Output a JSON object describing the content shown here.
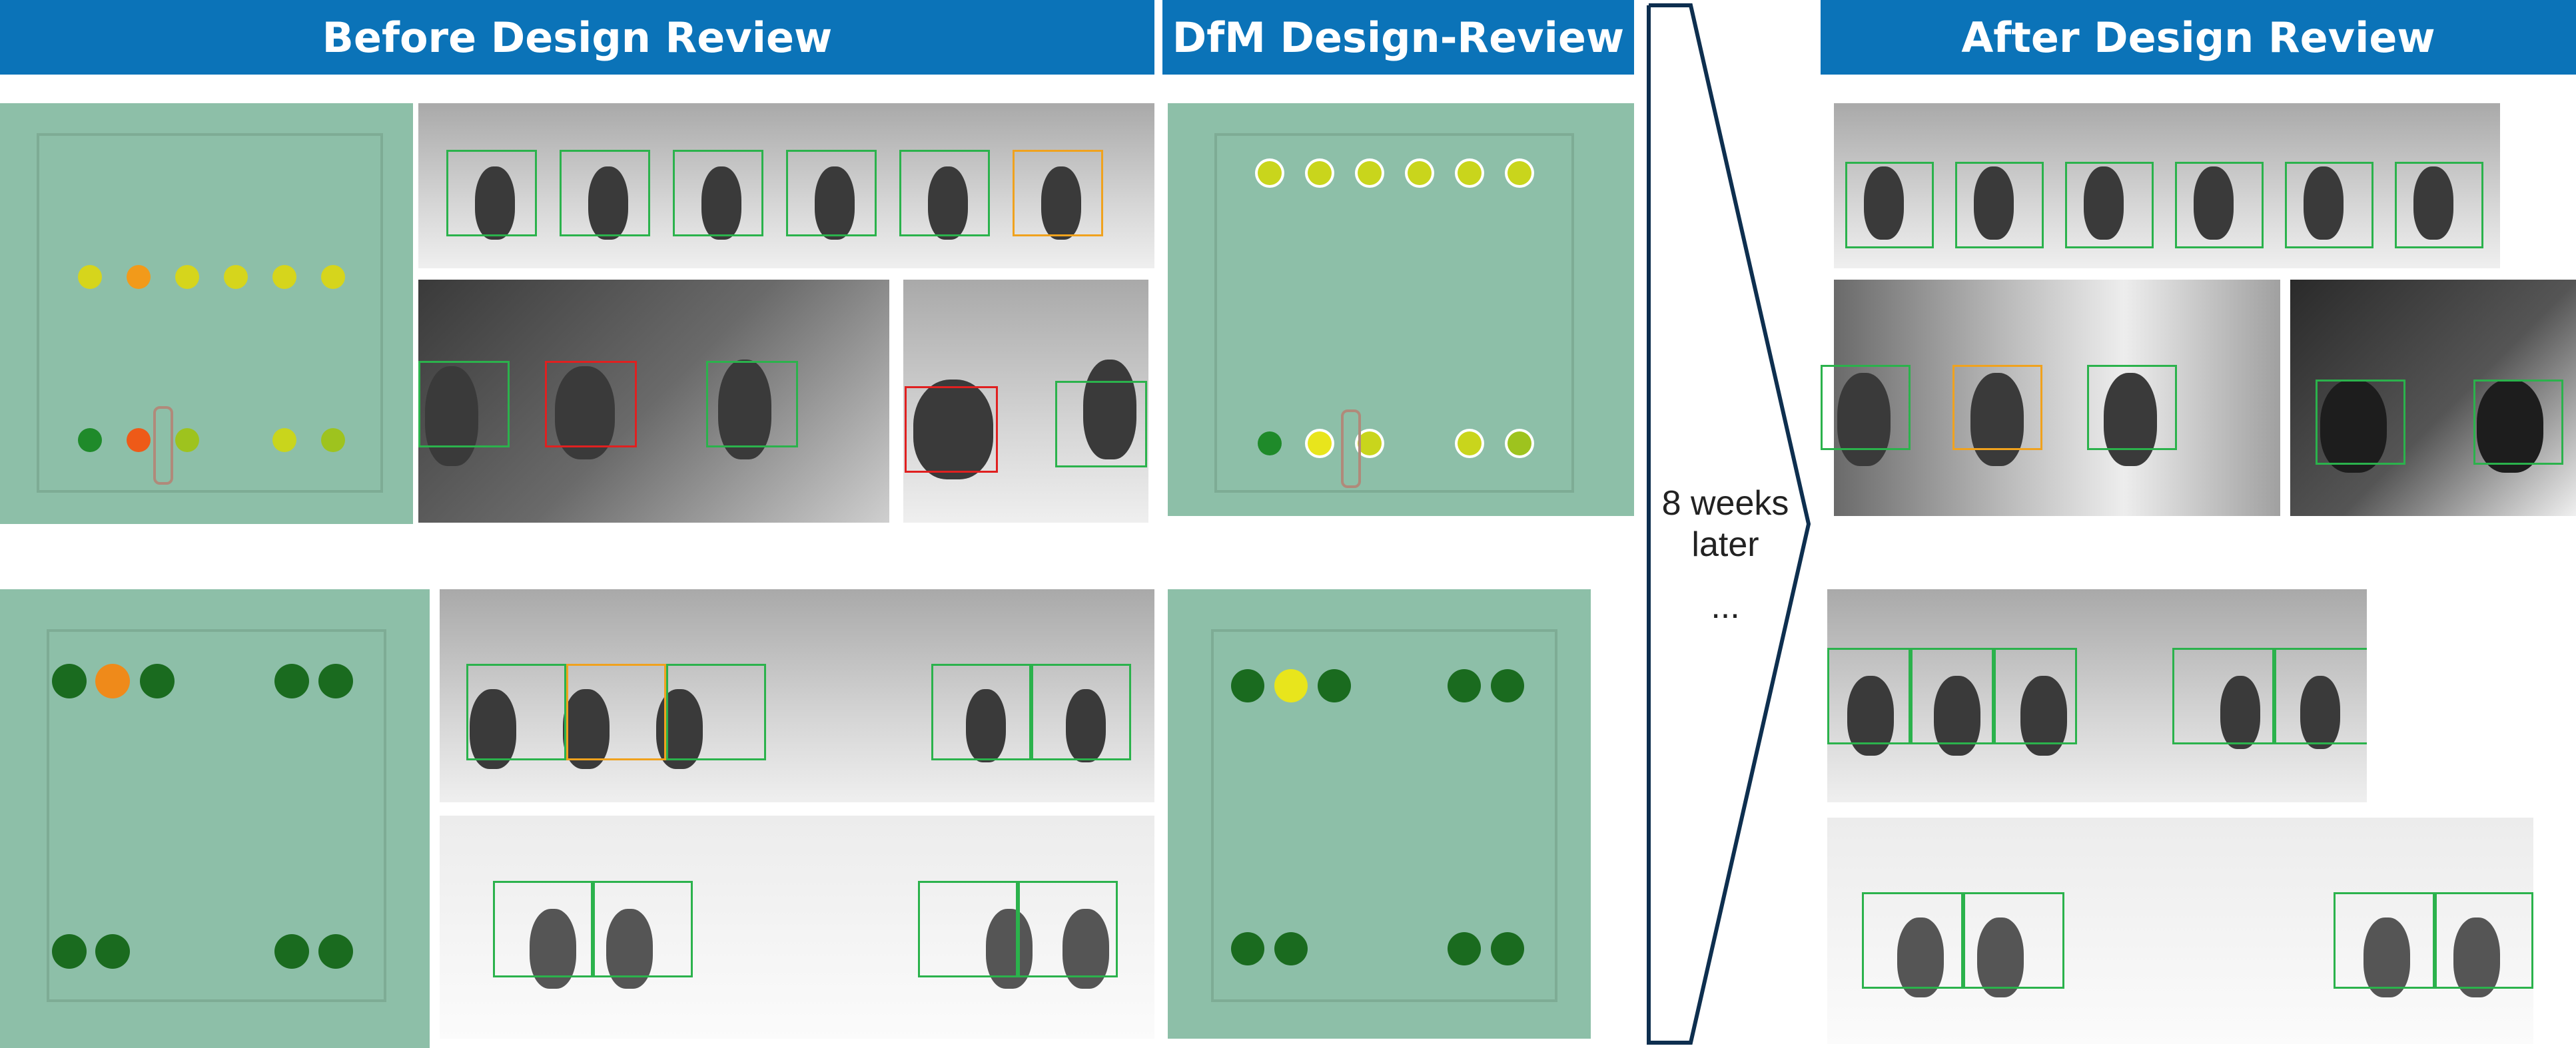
{
  "headers": {
    "before": "Before Design Review",
    "dfm": "DfM Design-Review",
    "after": "After Design Review"
  },
  "arrow": {
    "line1": "8 weeks",
    "line2": "later",
    "ellipsis": "..."
  },
  "colors": {
    "header_bg": "#0b73b8",
    "box_ok": "#2bb24c",
    "box_warning": "#f0a21e",
    "box_error": "#e02020",
    "pcb_green": "#8dbfa8"
  }
}
